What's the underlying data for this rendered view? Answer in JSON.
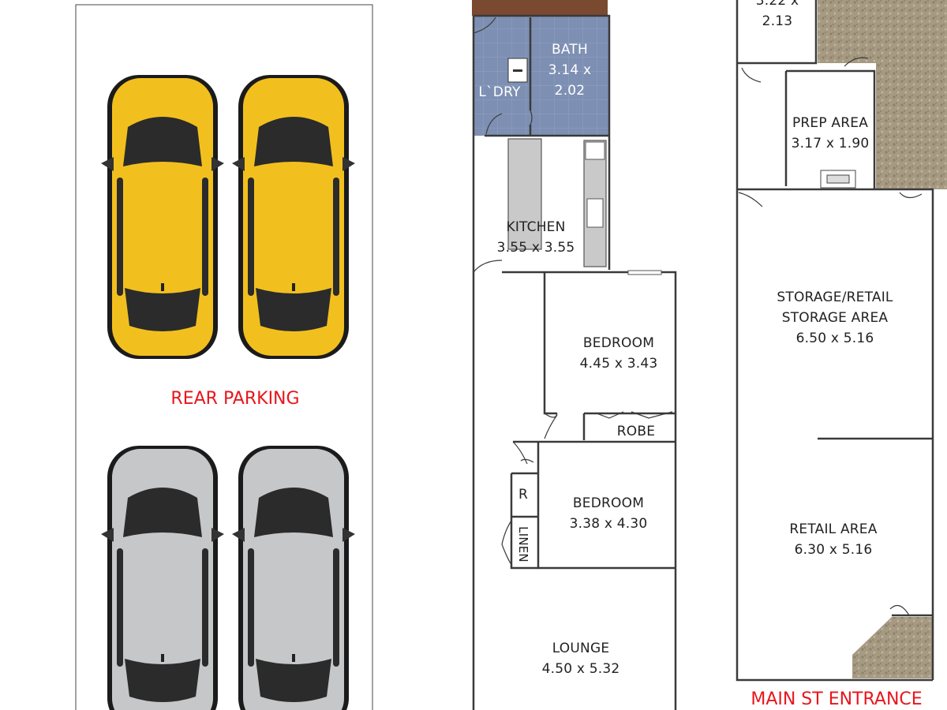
{
  "parking": {
    "label": "REAR PARKING",
    "cars": [
      {
        "color": "yellow"
      },
      {
        "color": "yellow"
      },
      {
        "color": "silver"
      },
      {
        "color": "silver"
      }
    ]
  },
  "residence": {
    "laundry": {
      "name": "L`DRY"
    },
    "bath": {
      "name": "BATH",
      "line2": "3.14 x",
      "line3": "2.02"
    },
    "kitchen": {
      "name": "KITCHEN",
      "dims": "3.55 x 3.55"
    },
    "bedroom1": {
      "name": "BEDROOM",
      "dims": "4.45 x 3.43"
    },
    "robe": {
      "name": "ROBE"
    },
    "bedroom2": {
      "name": "BEDROOM",
      "dims": "3.38 x 4.30"
    },
    "fridge": {
      "name": "R"
    },
    "linen": {
      "name": "LINEN"
    },
    "lounge": {
      "name": "LOUNGE",
      "dims": "4.50 x 5.32"
    }
  },
  "shop": {
    "storage_top": {
      "line1": "3.22 x",
      "line2": "2.13"
    },
    "prep": {
      "name": "PREP AREA",
      "dims": "3.17 x 1.90"
    },
    "storage_retail": {
      "line1": "STORAGE/RETAIL",
      "line2": "STORAGE AREA",
      "dims": "6.50 x 5.16"
    },
    "retail": {
      "name": "RETAIL AREA",
      "dims": "6.30 x 5.16"
    },
    "entrance": "MAIN ST ENTRANCE"
  },
  "colors": {
    "wall": "#3a3a3a",
    "wet_area_tile": "#7d8fb2",
    "stone": "#a69a82",
    "deck": "#7a4a30",
    "accent_red": "#e8161b",
    "car_yellow": "#f2c01e",
    "car_silver": "#c5c7c9"
  }
}
